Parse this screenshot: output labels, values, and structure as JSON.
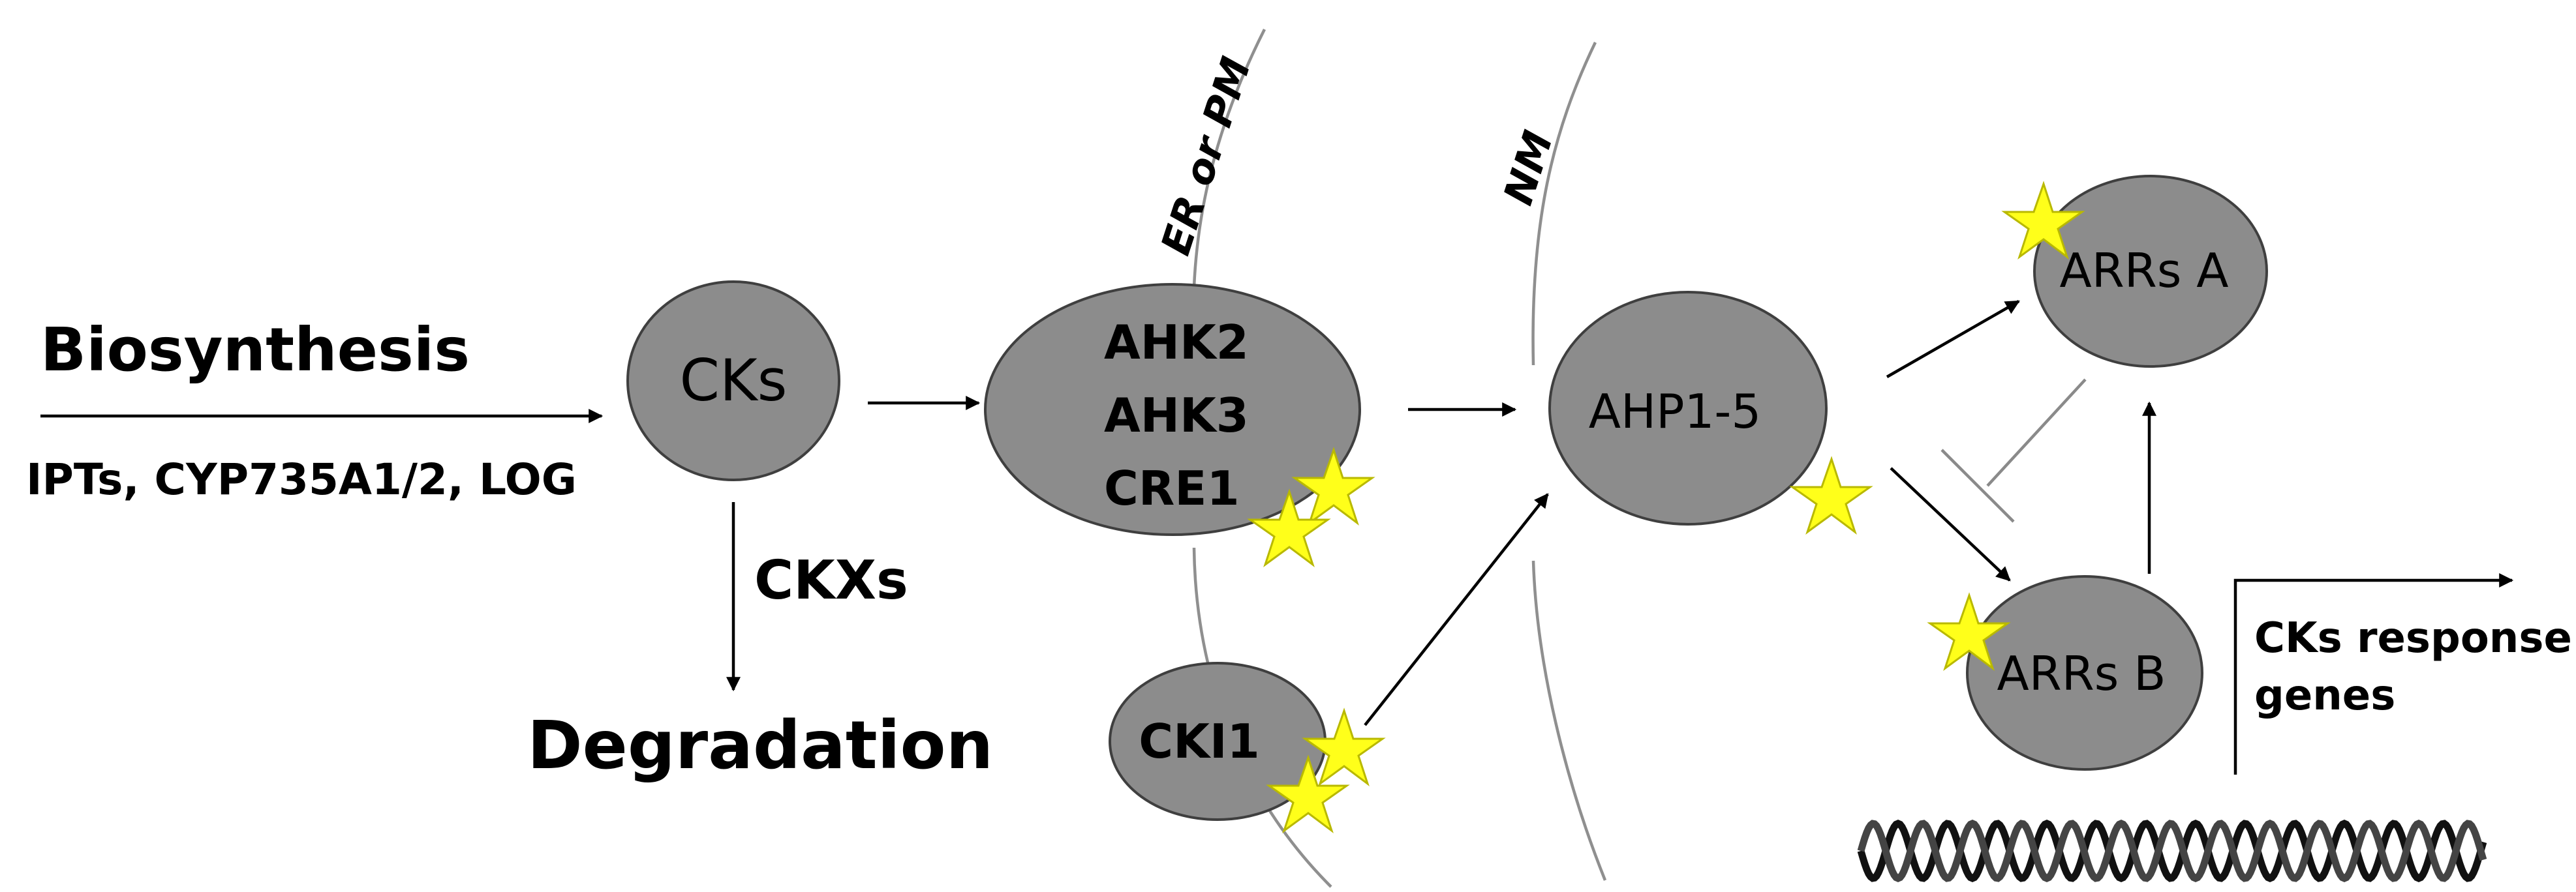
{
  "labels": {
    "biosynthesis": "Biosynthesis",
    "biosynthesis_enzymes": "IPTs, CYP735A1/2, LOG",
    "cks": "CKs",
    "ckxs": "CKXs",
    "degradation": "Degradation",
    "receptor_line1": "AHK2",
    "receptor_line2": "AHK3",
    "receptor_line3": "CRE1",
    "cki1": "CKI1",
    "ahp": "AHP1-5",
    "arrs_a": "ARRs A",
    "arrs_b": "ARRs B",
    "response_line1": "CKs response",
    "response_line2": "genes",
    "membrane_er_pm": "ER or PM",
    "membrane_nm": "NM"
  },
  "colors": {
    "node_fill": "#8c8c8c",
    "node_stroke": "#3f3f3f",
    "membrane": "#8f8f8f",
    "star_fill": "#ffff1a",
    "inhibition": "#8a8a8a",
    "arrow": "#000000"
  },
  "icons": {
    "phosphorylation_marker": "star-icon",
    "dna": "dna-helix-icon"
  }
}
